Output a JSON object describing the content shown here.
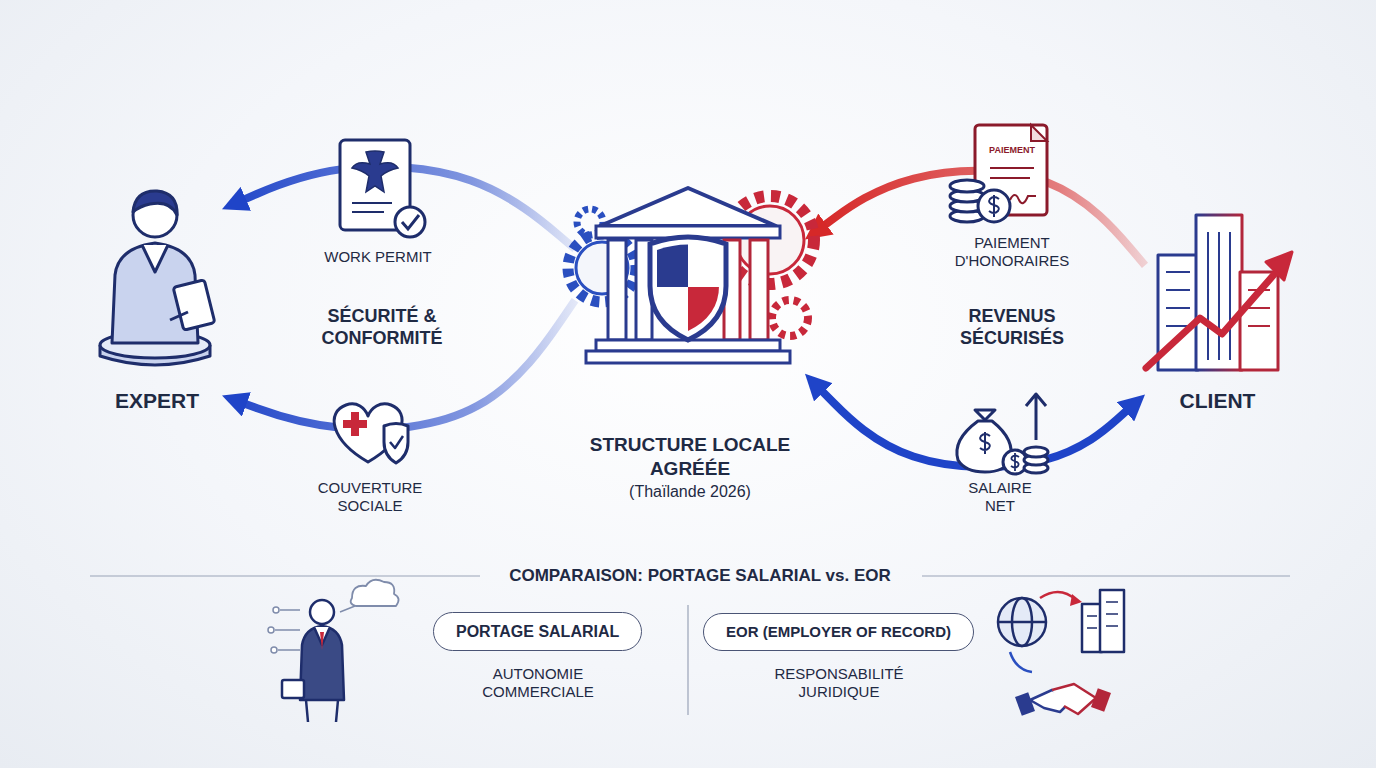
{
  "diagram": {
    "nodes": [
      {
        "text": [
          "EXPERT"
        ]
      },
      {
        "text": [
          "STRUCTURE LOCALE AGRÉÉE",
          "(Thaïlande 2026)"
        ]
      },
      {
        "text": [
          "CLIENT"
        ]
      },
      {
        "text": [
          "PORTAGE SALARIAL"
        ]
      },
      {
        "text": [
          "EOR (EMPLOYER OF RECORD)"
        ]
      }
    ],
    "edges": [
      {
        "from": 1,
        "to": 0,
        "arrow": "to"
      },
      {
        "from": 1,
        "to": 0,
        "arrow": "to"
      },
      {
        "from": 2,
        "to": 1,
        "arrow": "to"
      },
      {
        "from": 1,
        "to": 2,
        "arrow": "both"
      }
    ],
    "labels": [
      "WORK PERMIT",
      "SÉCURITÉ & CONFORMITÉ",
      "COUVERTURE SOCIALE",
      "PAIEMENT",
      "PAIEMENT D'HONORAIRES",
      "REVENUS SÉCURISÉS",
      "SALAIRE NET",
      "COMPARAISON: PORTAGE SALARIAL vs. EOR",
      "AUTONOMIE COMMERCIALE",
      "RESPONSABILITÉ JURIDIQUE"
    ]
  }
}
